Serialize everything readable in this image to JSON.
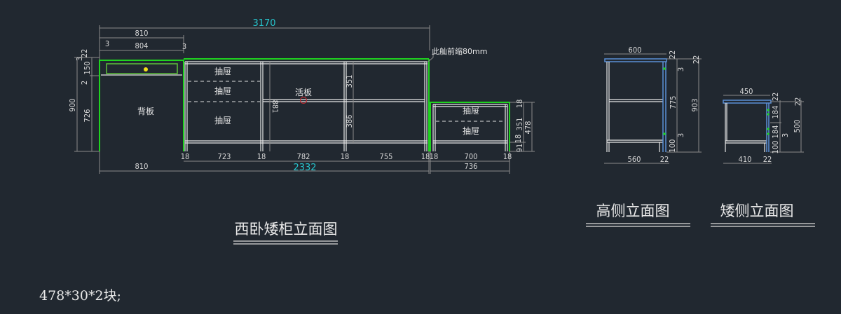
{
  "drawing": {
    "colors": {
      "background": "#212830",
      "frame": "#e8e8e8",
      "highlight": "#1fd21f",
      "side_panel": "#5b8fd6",
      "total_dimension": "#27c4cc",
      "marker": "#c0282d",
      "handle": "#f2e018"
    },
    "main_elevation": {
      "title": "西卧矮柜立面图",
      "dims_top": {
        "overall": "3170",
        "left_width": "810",
        "inner_width": "804",
        "inset_left": "3",
        "inset_right": "3"
      },
      "note": "此舢前缩80mm",
      "dims_left": {
        "top_thick": "22",
        "top_gap": "3",
        "drawer_h": "150",
        "gap": "2",
        "lower_h": "726",
        "total_h": "900"
      },
      "labels": {
        "back_panel": "背板",
        "drawer_1": "抽屉",
        "drawer_2": "抽屉",
        "drawer_3": "抽屉",
        "shelf": "活板",
        "low_drawer_1": "抽屉",
        "low_drawer_2": "抽屉"
      },
      "dims_inner": {
        "inner_h": "881",
        "upper_h": "351",
        "lower_h": "386"
      },
      "dims_bottom": {
        "left_width": "810",
        "panel_1": "18",
        "bay_1": "723",
        "panel_2": "18",
        "bay_2": "782",
        "panel_3": "18",
        "bay_3": "755",
        "panel_4": "18",
        "panel_5": "18",
        "bay_4": "700",
        "panel_6": "18",
        "mid_total": "2332",
        "low_total": "736"
      },
      "dims_right": {
        "top_thick": "18",
        "drawer_h": "351",
        "total_h": "478",
        "base_thick": "18",
        "kick_h": "91"
      }
    },
    "high_side": {
      "title": "高侧立面图",
      "top_width": "600",
      "top_thick": "22",
      "right_thick": "22",
      "gap_top": "3",
      "inner_h": "775",
      "total_h": "903",
      "gap_bottom": "3",
      "kick_h": "100",
      "base_width": "560",
      "panel_thick": "22"
    },
    "low_side": {
      "title": "矮侧立面图",
      "top_width": "450",
      "top_thick": "22",
      "right_thick": "22",
      "drawer_1_h": "184",
      "drawer_2_h": "184",
      "gap": "3",
      "total_h": "500",
      "kick_h": "100",
      "base_width": "410",
      "panel_thick": "22"
    },
    "footnote": "478*30*2块;"
  }
}
